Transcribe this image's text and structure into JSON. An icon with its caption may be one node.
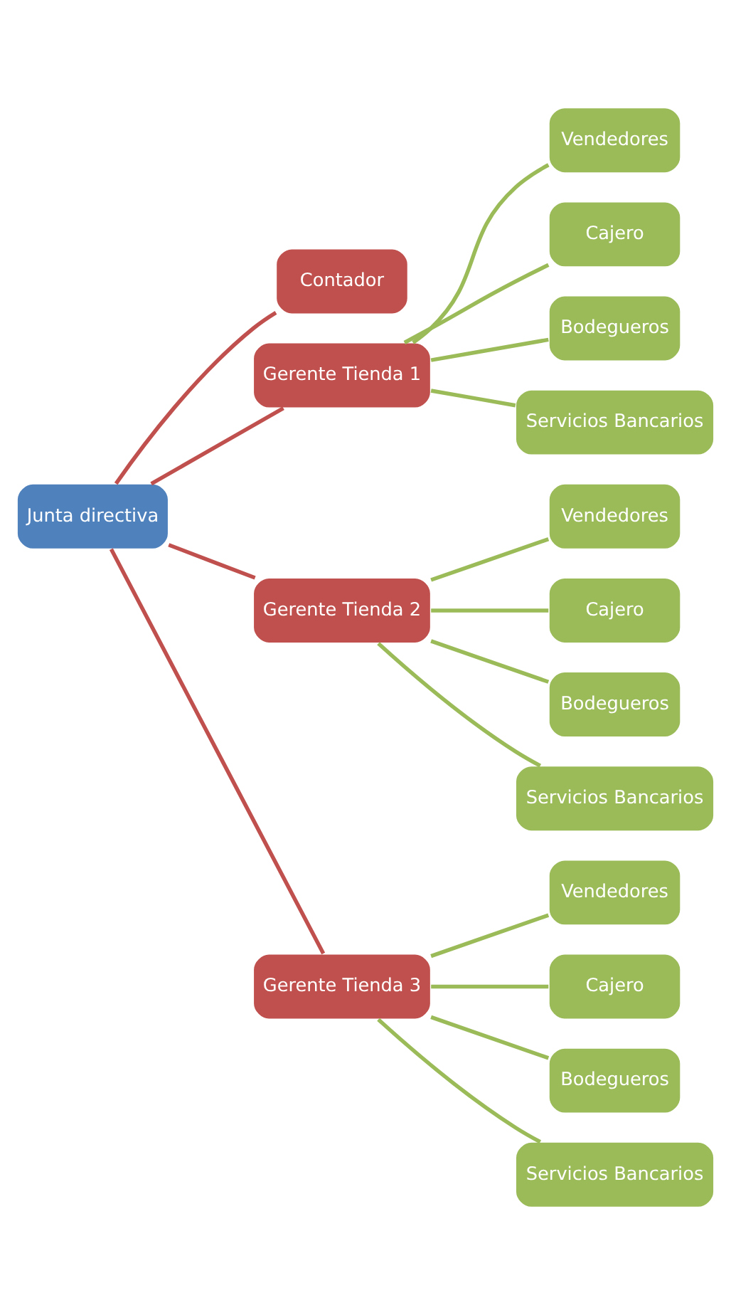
{
  "diagram": {
    "nodes": [
      {
        "text": [
          "Junta directiva"
        ]
      },
      {
        "text": [
          "Contador"
        ]
      },
      {
        "text": [
          "Gerente Tienda 1"
        ]
      },
      {
        "text": [
          "Vendedores"
        ]
      },
      {
        "text": [
          "Cajero"
        ]
      },
      {
        "text": [
          "Bodegueros"
        ]
      },
      {
        "text": [
          "Servicios Bancarios"
        ]
      },
      {
        "text": [
          "Gerente Tienda 2"
        ]
      },
      {
        "text": [
          "Vendedores"
        ]
      },
      {
        "text": [
          "Cajero"
        ]
      },
      {
        "text": [
          "Bodegueros"
        ]
      },
      {
        "text": [
          "Servicios Bancarios"
        ]
      },
      {
        "text": [
          "Gerente Tienda 3"
        ]
      },
      {
        "text": [
          "Vendedores"
        ]
      },
      {
        "text": [
          "Cajero"
        ]
      },
      {
        "text": [
          "Bodegueros"
        ]
      },
      {
        "text": [
          "Servicios Bancarios"
        ]
      }
    ],
    "edges": [
      {
        "from": 0,
        "to": 1,
        "arrow": "none",
        "color": "#c0504d"
      },
      {
        "from": 0,
        "to": 2,
        "arrow": "none",
        "color": "#c0504d"
      },
      {
        "from": 0,
        "to": 7,
        "arrow": "none",
        "color": "#c0504d"
      },
      {
        "from": 0,
        "to": 12,
        "arrow": "none",
        "color": "#c0504d"
      },
      {
        "from": 2,
        "to": 3,
        "arrow": "none"
      },
      {
        "from": 2,
        "to": 4,
        "arrow": "none"
      },
      {
        "from": 2,
        "to": 5,
        "arrow": "none"
      },
      {
        "from": 2,
        "to": 6,
        "arrow": "none"
      },
      {
        "from": 7,
        "to": 8,
        "arrow": "none"
      },
      {
        "from": 7,
        "to": 9,
        "arrow": "none"
      },
      {
        "from": 7,
        "to": 10,
        "arrow": "none"
      },
      {
        "from": 7,
        "to": 11,
        "arrow": "none"
      },
      {
        "from": 12,
        "to": 13,
        "arrow": "none"
      },
      {
        "from": 12,
        "to": 14,
        "arrow": "none"
      },
      {
        "from": 12,
        "to": 15,
        "arrow": "none"
      },
      {
        "from": 12,
        "to": 16,
        "arrow": "none"
      }
    ]
  }
}
